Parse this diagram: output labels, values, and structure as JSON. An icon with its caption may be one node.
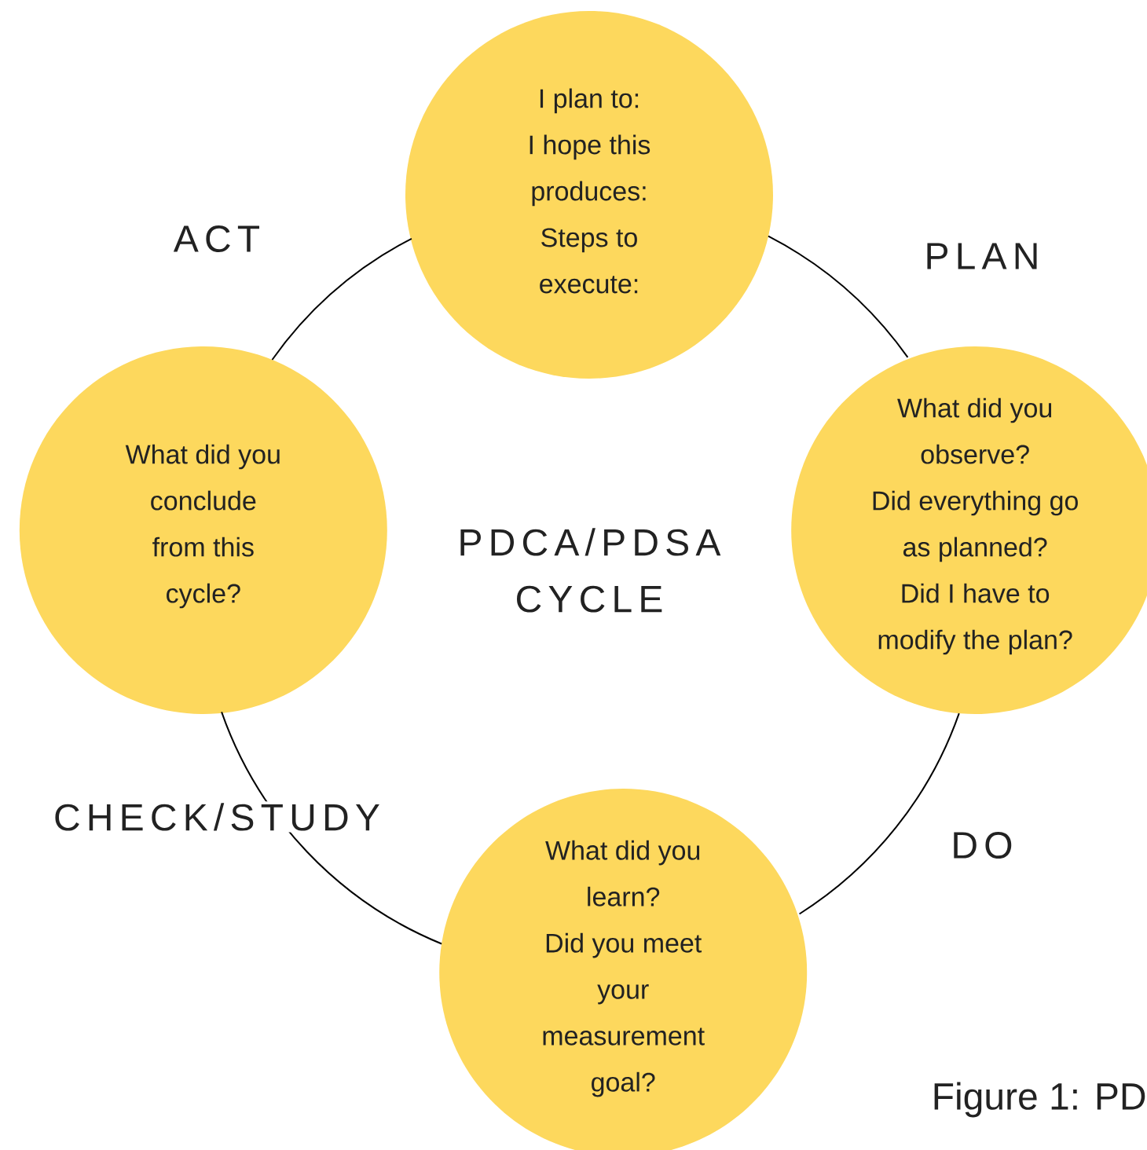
{
  "diagram": {
    "caption": "Figure 1: PD",
    "nodes": [
      {
        "text": [
          "I plan to:",
          "I hope this produces:",
          "Steps to execute:"
        ]
      },
      {
        "text": [
          "What did you conclude from this cycle?"
        ]
      },
      {
        "text": [
          "What did you observe?",
          "Did everything go as planned?",
          "Did I have to modify the plan?"
        ]
      },
      {
        "text": [
          "What did you learn?",
          "Did you meet your measurement goal?"
        ]
      }
    ],
    "edges": [
      {
        "from": 0,
        "to": 2,
        "arrow": "none"
      },
      {
        "from": 2,
        "to": 3,
        "arrow": "none"
      },
      {
        "from": 3,
        "to": 1,
        "arrow": "none"
      },
      {
        "from": 1,
        "to": 0,
        "arrow": "none"
      }
    ],
    "labels": [
      "ACT",
      "PLAN",
      "PDCA/PDSA CYCLE",
      "CHECK/STUDY",
      "DO"
    ]
  }
}
